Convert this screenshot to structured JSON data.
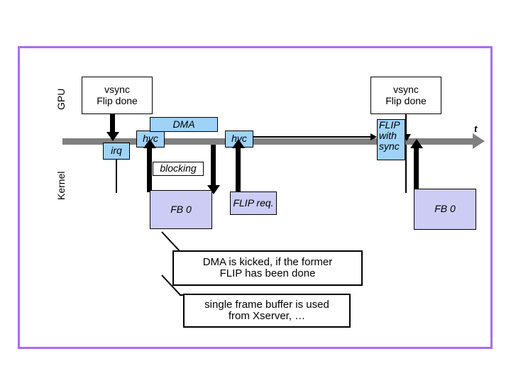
{
  "slide": {
    "title_hidden": "",
    "frame_color": "#a96cf5",
    "timeline_color": "#808080",
    "accent_blue": "#9fd2f7",
    "accent_lavender": "#ccccf5"
  },
  "lanes": [
    {
      "id": "gpu",
      "label": "GPU"
    },
    {
      "id": "kernel",
      "label": "Kernel"
    }
  ],
  "axis": {
    "label": "t",
    "direction": "left-to-right"
  },
  "gpu_events": [
    {
      "id": "vsync-left",
      "line1": "vsync",
      "line2": "Flip done"
    },
    {
      "id": "vsync-right",
      "line1": "vsync",
      "line2": "Flip done"
    }
  ],
  "timeline_boxes": [
    {
      "id": "irq",
      "label": "irq",
      "style": "blue"
    },
    {
      "id": "hvc-left",
      "label": "hvc",
      "style": "blue"
    },
    {
      "id": "dma",
      "label": "DMA",
      "style": "blue"
    },
    {
      "id": "hvc-right",
      "label": "hvc",
      "style": "blue"
    },
    {
      "id": "flip-sync",
      "label": "FLIP with sync",
      "line1": "FLIP",
      "line2": "with",
      "line3": "sync",
      "style": "blue"
    }
  ],
  "kernel_boxes": [
    {
      "id": "blocking",
      "label": "blocking",
      "style": "white"
    },
    {
      "id": "fb0-left",
      "label": "FB 0",
      "style": "lavender"
    },
    {
      "id": "flip-req",
      "label": "FLIP req.",
      "style": "lavender"
    },
    {
      "id": "fb0-right",
      "label": "FB 0",
      "style": "lavender"
    }
  ],
  "callouts": [
    {
      "id": "note-dma",
      "line1": "DMA is kicked, if the former",
      "line2": "FLIP has been done"
    },
    {
      "id": "note-fb",
      "line1": "single frame buffer is used",
      "line2": "from Xserver, …"
    }
  ]
}
